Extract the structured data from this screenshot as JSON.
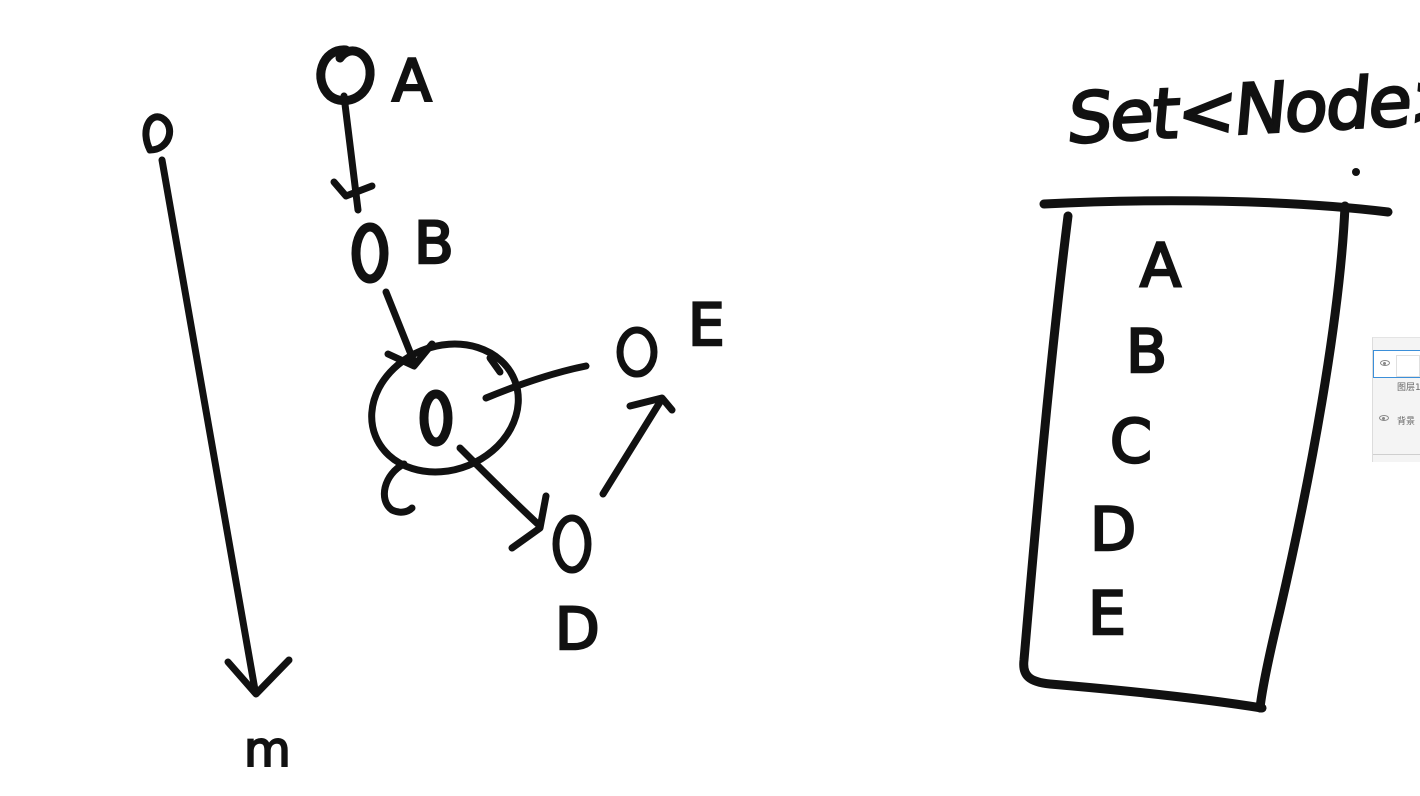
{
  "graph": {
    "nodes": [
      {
        "id": "A",
        "label": "A"
      },
      {
        "id": "B",
        "label": "B"
      },
      {
        "id": "C",
        "label": ""
      },
      {
        "id": "D",
        "label": "D"
      },
      {
        "id": "E",
        "label": "E"
      }
    ],
    "edges": [
      {
        "from": "A",
        "to": "B"
      },
      {
        "from": "B",
        "to": "C"
      },
      {
        "from": "C",
        "to": "D"
      },
      {
        "from": "D",
        "to": "E"
      }
    ],
    "bottom_label": "m"
  },
  "set_box": {
    "title": "Set<Node>",
    "items": [
      "A",
      "B",
      "C",
      "D",
      "E"
    ]
  },
  "layers_panel": {
    "rows": [
      {
        "name": "图层1",
        "selected": true,
        "visible": true
      },
      {
        "name": "背景",
        "selected": false,
        "visible": true
      }
    ]
  },
  "colors": {
    "ink": "#111111",
    "background": "#ffffff",
    "panel_accent": "#3b8fd9"
  }
}
